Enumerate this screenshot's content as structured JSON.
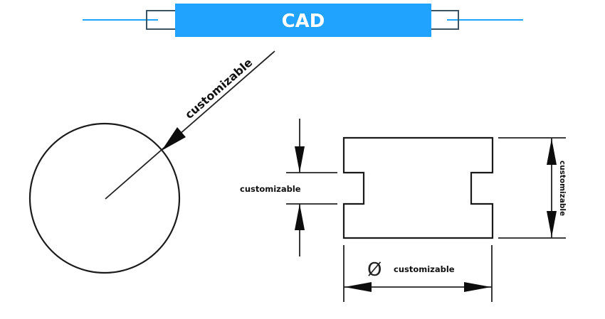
{
  "header": {
    "title": "CAD",
    "accent_color": "#1fa3ff",
    "frame_color": "#3a5464"
  },
  "drawing": {
    "circle_leader_label": "customizable",
    "notch_height_label": "customizable",
    "block_height_label": "customizable",
    "diameter_symbol": "Ø",
    "diameter_label": "customizable",
    "line_color": "#1a1a1a"
  }
}
